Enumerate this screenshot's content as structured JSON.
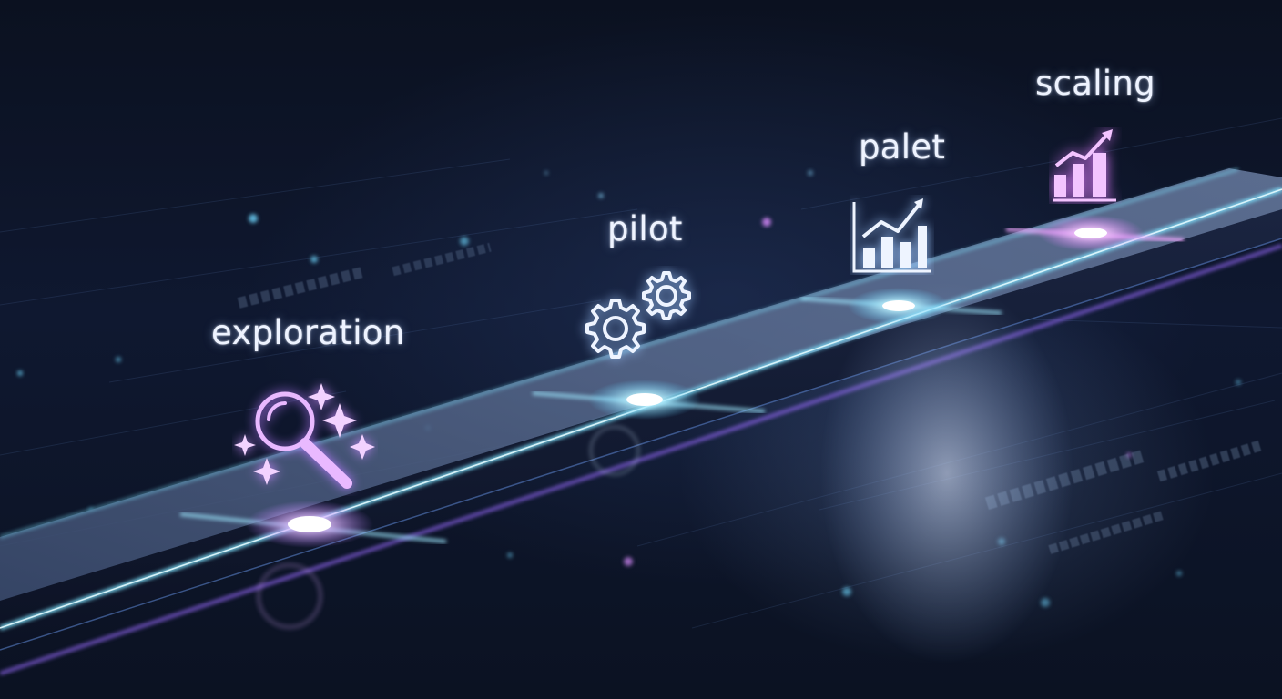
{
  "stages": [
    {
      "label": "exploration",
      "icon": "magnifier-sparkles-icon",
      "color": "#e8b6ff"
    },
    {
      "label": "pilot",
      "icon": "gears-icon",
      "color": "#eaf2ff"
    },
    {
      "label": "palet",
      "icon": "bar-chart-trend-icon",
      "color": "#eef4ff"
    },
    {
      "label": "scaling",
      "icon": "bar-chart-growth-icon",
      "color": "#f3c4ff"
    }
  ],
  "colors": {
    "background": "#0a0f1c",
    "beam_cyan": "#7fe4ff",
    "glow_violet": "#b77bff",
    "glow_magenta": "#e07bff"
  }
}
